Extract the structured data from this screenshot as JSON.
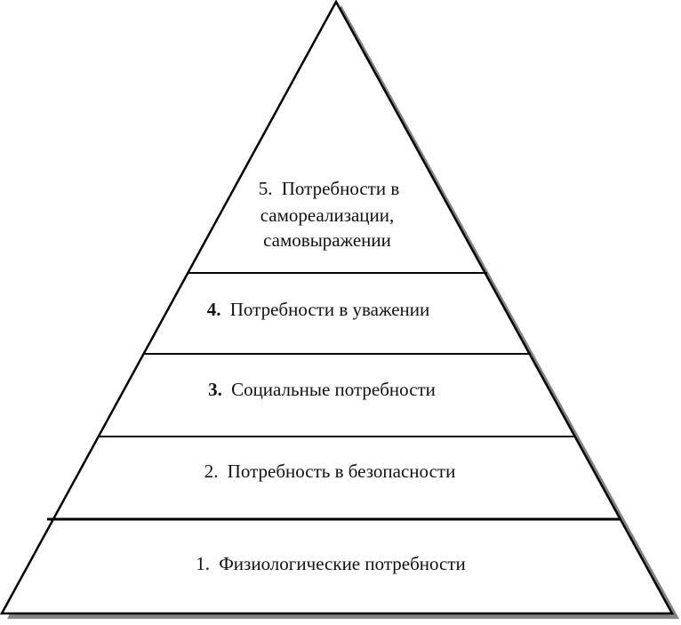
{
  "pyramid": {
    "levels": [
      {
        "number": "1.",
        "lines": [
          "Физиологические потребности"
        ],
        "bold_number": false
      },
      {
        "number": "2.",
        "lines": [
          "Потребность в безопасности"
        ],
        "bold_number": false
      },
      {
        "number": "3.",
        "lines": [
          "Социальные потребности"
        ],
        "bold_number": true
      },
      {
        "number": "4.",
        "lines": [
          "Потребности в уважении"
        ],
        "bold_number": true
      },
      {
        "number": "5.",
        "lines": [
          "Потребности в",
          "самореализации,",
          "самовыражении"
        ],
        "bold_number": false
      }
    ],
    "colors": {
      "fill": "#ffffff",
      "stroke": "#000000",
      "shadow": "#6e6e6e",
      "text": "#111111"
    }
  }
}
